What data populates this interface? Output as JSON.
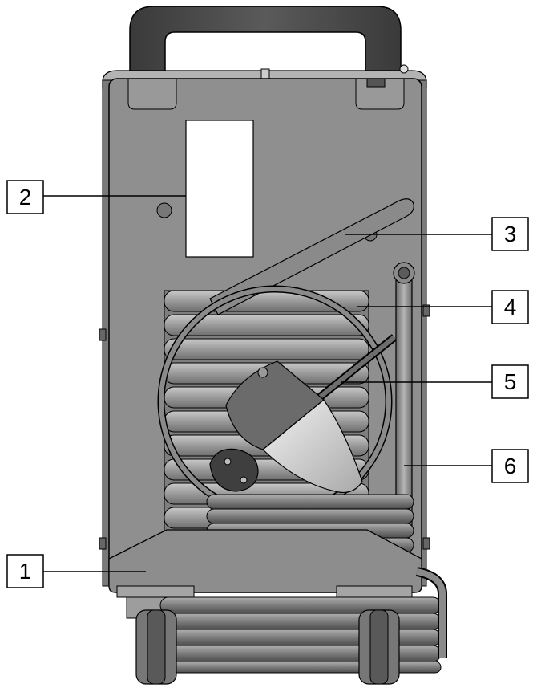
{
  "callouts": [
    {
      "number": "1"
    },
    {
      "number": "2"
    },
    {
      "number": "3"
    },
    {
      "number": "4"
    },
    {
      "number": "5"
    },
    {
      "number": "6"
    }
  ],
  "colors": {
    "housing": "#8f8f8f",
    "housing_dark": "#6e6e6e",
    "handle": "#4a4a4a",
    "label_plate": "#ffffff",
    "plug_body": "#d8d8d8",
    "outline": "#000000"
  },
  "icons": [
    "welder-rear-view",
    "carry-handle",
    "rating-plate",
    "cable-hook",
    "cooling-vent",
    "mains-plug",
    "hose-bracket",
    "base-plate",
    "wheel"
  ]
}
